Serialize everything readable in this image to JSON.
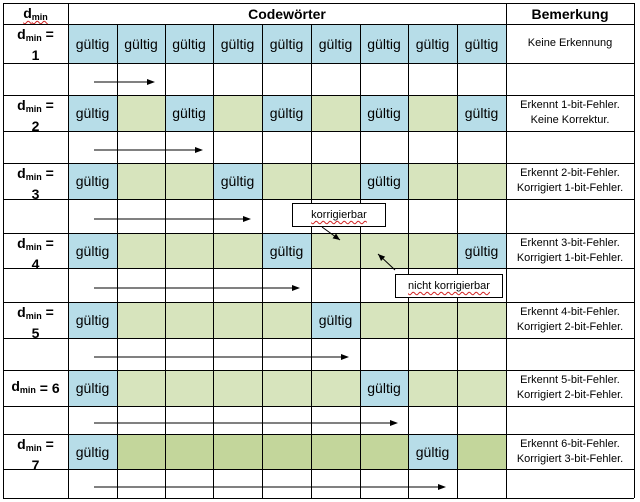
{
  "header": {
    "dmin_label": "d",
    "dmin_sub": "min",
    "codewords_title": "Codewörter",
    "remarks_title": "Bemerkung"
  },
  "valid_label": "gültig",
  "callouts": {
    "correctable": "korrigierbar",
    "not_correctable": "nicht korrigierbar"
  },
  "colors": {
    "valid_fill": "#b7dde8",
    "light_fill": "#d7e4bd",
    "dark_fill": "#c3d69b",
    "border": "#000000"
  },
  "rows": [
    {
      "dmin": "1",
      "valid": [
        0,
        1,
        2,
        3,
        4,
        5,
        6,
        7,
        8
      ],
      "remark": [
        "Keine Erkennung"
      ],
      "arrow_end_col": 1
    },
    {
      "dmin": "2",
      "valid": [
        0,
        2,
        4,
        6,
        8
      ],
      "remark": [
        "Erkennt 1-bit-Fehler.",
        "Keine Korrektur."
      ],
      "arrow_end_col": 2
    },
    {
      "dmin": "3",
      "valid": [
        0,
        3,
        6
      ],
      "remark": [
        "Erkennt 2-bit-Fehler.",
        "Korrigiert 1-bit-Fehler."
      ],
      "arrow_end_col": 3
    },
    {
      "dmin": "4",
      "valid": [
        0,
        4,
        8
      ],
      "remark": [
        "Erkennt 3-bit-Fehler.",
        "Korrigiert 1-bit-Fehler."
      ],
      "arrow_end_col": 4
    },
    {
      "dmin": "5",
      "valid": [
        0,
        5
      ],
      "remark": [
        "Erkennt 4-bit-Fehler.",
        "Korrigiert 2-bit-Fehler."
      ],
      "arrow_end_col": 5
    },
    {
      "dmin": "6",
      "valid": [
        0,
        6
      ],
      "remark": [
        "Erkennt 5-bit-Fehler.",
        "Korrigiert 2-bit-Fehler."
      ],
      "arrow_end_col": 6
    },
    {
      "dmin": "7",
      "valid": [
        0,
        7
      ],
      "remark": [
        "Erkennt 6-bit-Fehler.",
        "Korrigiert 3-bit-Fehler."
      ],
      "arrow_end_col": 7
    }
  ]
}
